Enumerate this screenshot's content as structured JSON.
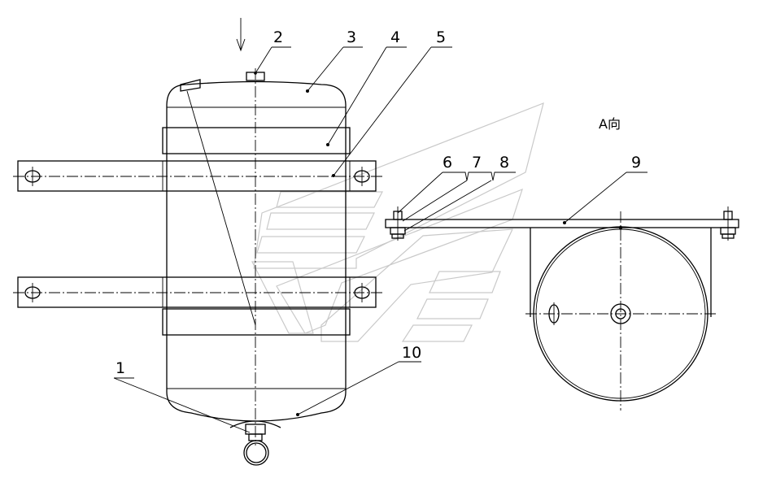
{
  "labels": {
    "n1": "1",
    "n2": "2",
    "n3": "3",
    "n4": "4",
    "n5": "5",
    "n6": "6",
    "n7": "7",
    "n8": "8",
    "n9": "9",
    "n10": "10",
    "view": "A向"
  },
  "watermark": {
    "color": "#c9c9c9"
  }
}
